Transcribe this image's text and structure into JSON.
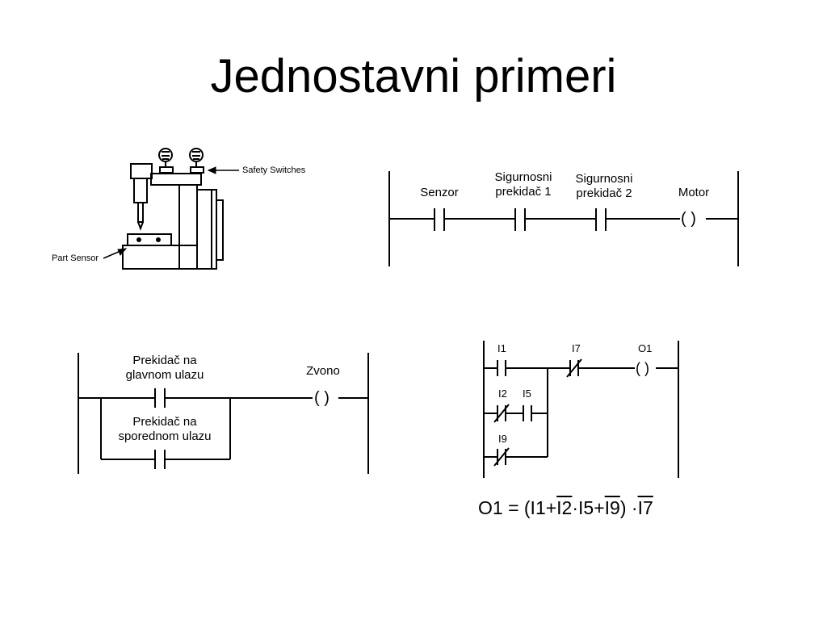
{
  "title": "Jednostavni primeri",
  "machine_figure": {
    "safety_switches_label": "Safety Switches",
    "part_sensor_label": "Part Sensor"
  },
  "ladder1": {
    "contact1_label": "Senzor",
    "contact2_label": "Sigurnosni\nprekidač 1",
    "contact3_label": "Sigurnosni\nprekidač 2",
    "coil_label": "Motor",
    "coil_symbol": "( )"
  },
  "ladder2": {
    "contact1_label": "Prekidač na\nglavnom ulazu",
    "contact2_label": "Prekidač na\nsporednom  ulazu",
    "coil_label": "Zvono",
    "coil_symbol": "( )"
  },
  "ladder3": {
    "contact_i1": "I1",
    "contact_i7": "I7",
    "coil_o1": "O1",
    "contact_i2": "I2",
    "contact_i5": "I5",
    "contact_i9": "I9",
    "coil_symbol": "( )"
  },
  "formula": {
    "prefix": "O1 = (I1+",
    "i2_bar": "I2",
    "dot1": "·",
    "i5": "I5+",
    "i9_bar": "I9",
    "close": ") ·",
    "i7_bar": "I7"
  }
}
